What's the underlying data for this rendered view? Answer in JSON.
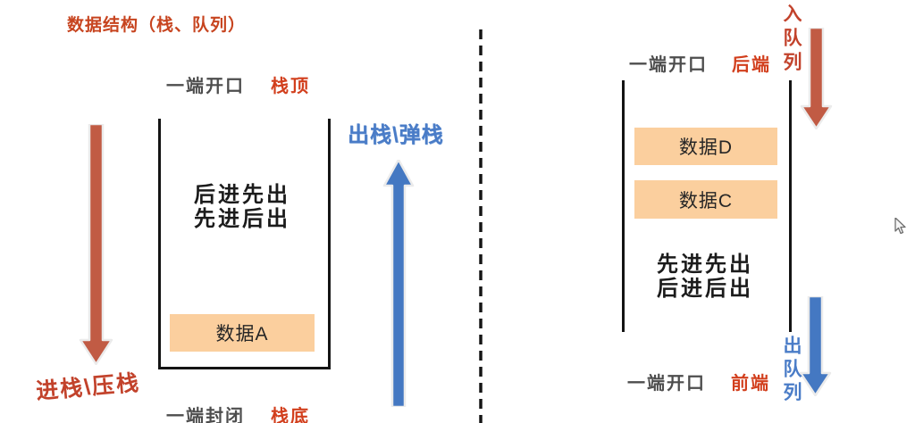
{
  "title": "数据结构（栈、队列）",
  "stack": {
    "open_label": "一端开口",
    "top_tag": "栈顶",
    "closed_label": "一端封闭",
    "bottom_tag": "栈底",
    "inner_lines": [
      "后进先出",
      "先进后出"
    ],
    "item": "数据A",
    "push_label": "进栈\\压栈",
    "pop_label": "出栈\\弹栈"
  },
  "queue": {
    "open_top_label": "一端开口",
    "rear_tag": "后端",
    "open_bottom_label": "一端开口",
    "front_tag": "前端",
    "inner_lines": [
      "先进先出",
      "后进后出"
    ],
    "items": [
      "数据D",
      "数据C"
    ],
    "enqueue_label": "入队列",
    "dequeue_label": "出队列"
  },
  "colors": {
    "accent_red": "#C2422B",
    "tag_red": "#D23F1D",
    "arrow_red": "#C15B44",
    "arrow_blue": "#4478C2",
    "label_blue": "#4A7CC7",
    "box_fill": "#FBCF9E",
    "label_gray": "#4D4D4D",
    "ink": "#1B1B1B"
  }
}
